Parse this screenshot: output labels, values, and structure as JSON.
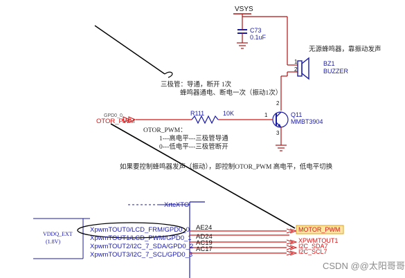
{
  "power": {
    "vsys": "VSYS"
  },
  "capacitor": {
    "ref": "C73",
    "value": "0.1uF"
  },
  "buzzer": {
    "ref": "BZ1",
    "part": "BUZZER",
    "pin1": "1",
    "pin2": "2"
  },
  "transistor": {
    "ref": "Q11",
    "part": "MMBT3904",
    "pin1": "1",
    "pin2": "2",
    "pin3": "3"
  },
  "resistor": {
    "ref": "R111",
    "value": "10K"
  },
  "signal": {
    "net_small": "GPD0_0",
    "net": "OTOR_PWM"
  },
  "notes": {
    "buzzer_note": "无源蜂鸣器，靠振动发声",
    "transistor_note": "三极管：导通，断开 1次",
    "buzzer_cycle_note": "蜂鸣器通电、断电一次（振动1次）",
    "pwm_title": "OTOR_PWM：",
    "pwm_high": "1---高电平---三极管导通",
    "pwm_low": "0---低电平---三极管断开",
    "control_note": "如果要控制蜂鸣器发声（振动），即控制OTOR_PWM 高电平，低电平切换"
  },
  "chip": {
    "rail": "VDDQ_EXT",
    "rail_voltage": "(1.8V)",
    "xtal_pin": "XrtcXTO",
    "pins": [
      {
        "name": "XpwmTOUT0/LCD_FRM/GPD0_0",
        "ball": "AE24",
        "net": "MOTOR_PWM"
      },
      {
        "name": "XpwmTOUT1/LCD_PWM/GPD0_1",
        "ball": "AD24",
        "net": "XPWMTOUT1"
      },
      {
        "name": "XpwmTOUT2/I2C_7_SDA/GPD0_2",
        "ball": "AC19",
        "net": "I2C_SDA7"
      },
      {
        "name": "XpwmTOUT3/I2C_7_SCL/GPD0_3",
        "ball": "AC17",
        "net": "I2C_SCL7"
      }
    ]
  },
  "watermark": "CSDN @@太阳哥哥",
  "colors": {
    "wire": "#d01818",
    "text_blue": "#1a1aa8",
    "highlight": "#ffe6a0"
  }
}
